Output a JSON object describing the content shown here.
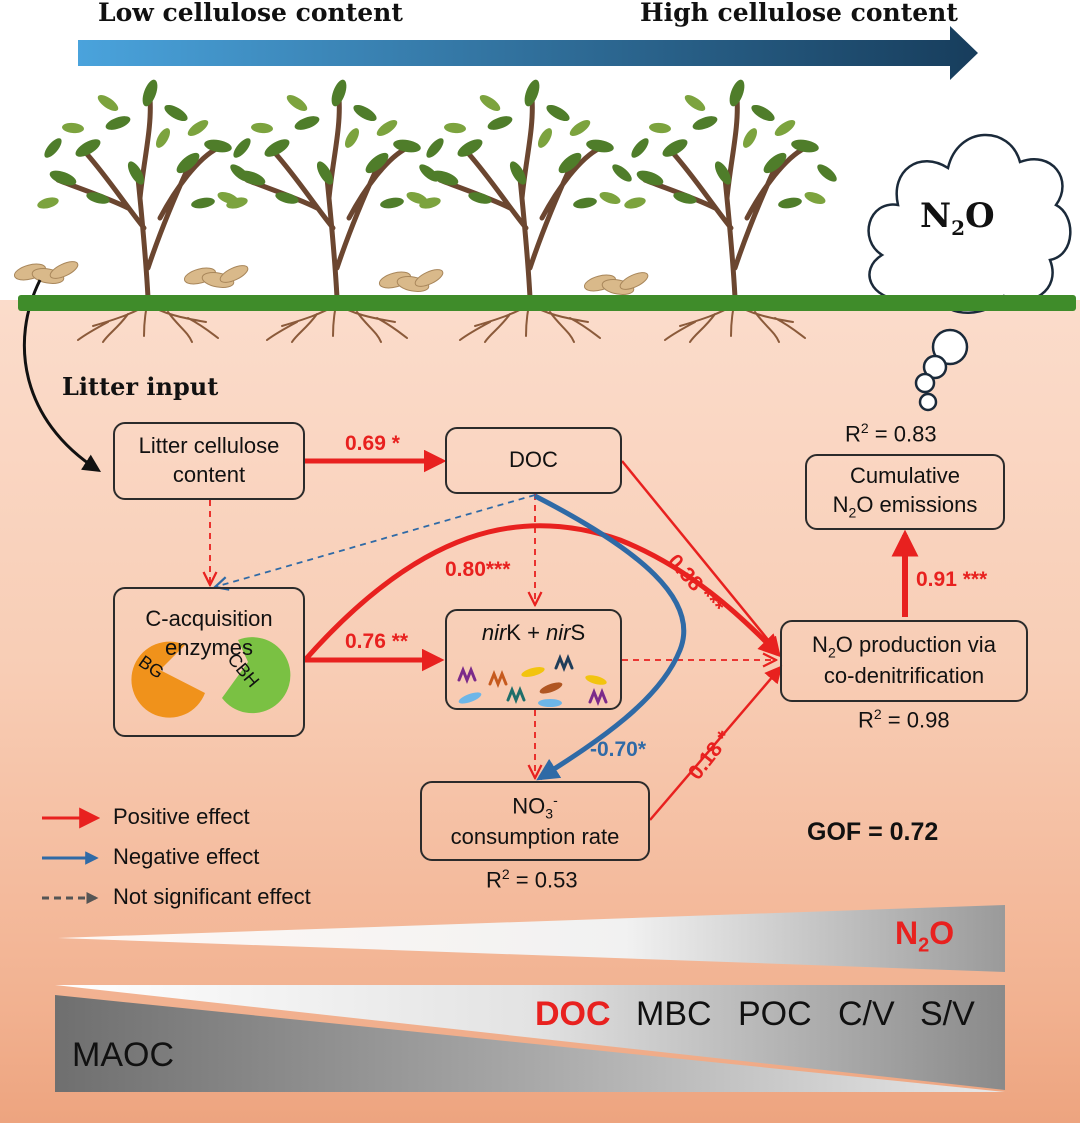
{
  "header": {
    "low_label": "Low cellulose content",
    "high_label": "High cellulose content"
  },
  "cloud": {
    "base": "N",
    "sub": "2",
    "tail": "O"
  },
  "litter_input": "Litter input",
  "boxes": {
    "litter": {
      "line1": "Litter cellulose",
      "line2": "content"
    },
    "doc": {
      "label": "DOC"
    },
    "enzymes": {
      "line1": "C-acquisition",
      "line2": "enzymes",
      "bg": "BG",
      "cbh": "CBH"
    },
    "nir": {
      "it1": "nir",
      "t1": "K + ",
      "it2": "nir",
      "t2": "S"
    },
    "no3": {
      "base": "NO",
      "sub": "3",
      "sup": "-",
      "line2": "consumption rate"
    },
    "n2o_prod": {
      "l1_base": "N",
      "l1_sub": "2",
      "l1_tail": "O production via",
      "line2": "co-denitrification"
    },
    "cumulative": {
      "line1": "Cumulative",
      "l2_base": "N",
      "l2_sub": "2",
      "l2_tail": "O emissions"
    }
  },
  "coefficients": {
    "litter_doc": "0.69 *",
    "doc_n2o": "0.38 ***",
    "enz_n2o": "0.80***",
    "enz_nir": "0.76 **",
    "doc_no3": "-0.70*",
    "no3_n2o": "0.18 *",
    "n2o_cum": "0.91 ***"
  },
  "r2": {
    "cumulative": {
      "pre": "R",
      "sup": "2",
      "post": " = 0.83"
    },
    "n2o_prod": {
      "pre": "R",
      "sup": "2",
      "post": " = 0.98"
    },
    "no3": {
      "pre": "R",
      "sup": "2",
      "post": " = 0.53"
    }
  },
  "gof": "GOF = 0.72",
  "legend": {
    "positive": "Positive effect",
    "negative": "Negative effect",
    "ns": "Not significant effect"
  },
  "bottom": {
    "n2o": {
      "base": "N",
      "sub": "2",
      "tail": "O"
    },
    "labels": [
      "DOC",
      "MBC",
      "POC",
      "C/V",
      "S/V"
    ],
    "maoc": "MAOC"
  },
  "colors": {
    "positive": "#e8211f",
    "negative": "#2f6aa6",
    "ns": "#555555",
    "arrow_start": "#4aa3dc",
    "arrow_end": "#173d5c",
    "soil": "#f8cdb5",
    "grass": "#3f8c2a"
  }
}
